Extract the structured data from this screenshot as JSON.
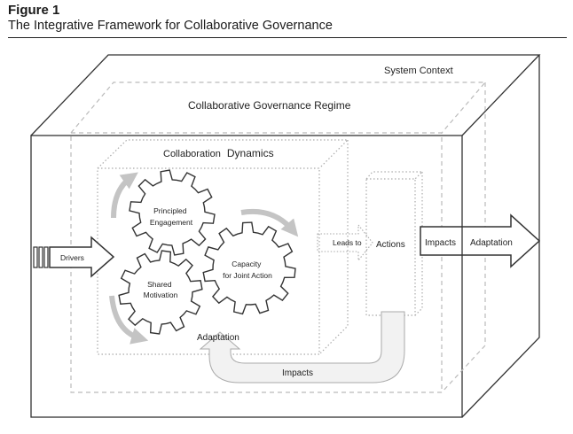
{
  "figure": {
    "label": "Figure 1",
    "title": "The Integrative Framework for Collaborative Governance"
  },
  "diagram": {
    "system_context": "System Context",
    "regime": "Collaborative Governance Regime",
    "dynamics_prefix": "Collaboration",
    "dynamics_suffix": "Dynamics",
    "gears": {
      "principled_engagement": [
        "Principled",
        "Engagement"
      ],
      "shared_motivation": [
        "Shared",
        "Motivation"
      ],
      "capacity_for_joint_action": [
        "Capacity",
        "for Joint Action"
      ]
    },
    "drivers": "Drivers",
    "leads_to": "Leads to",
    "actions": "Actions",
    "impacts_right": "Impacts",
    "adaptation_right": "Adaptation",
    "adaptation_loop": "Adaptation",
    "impacts_loop": "Impacts"
  },
  "colors": {
    "line": "#333333",
    "dashed": "#bbbbbb",
    "loop_fill": "#f2f2f2",
    "cycle_arrow": "#c4c4c4"
  }
}
